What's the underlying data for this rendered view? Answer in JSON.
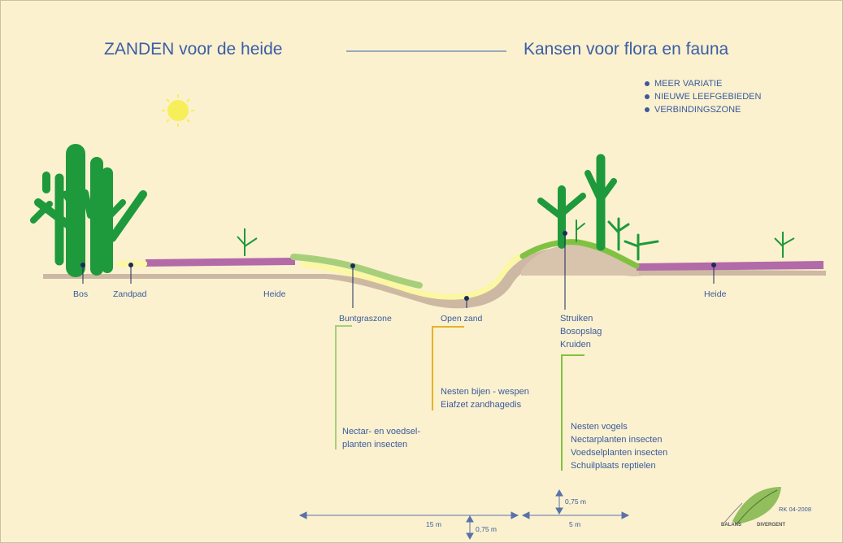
{
  "title_left": "ZANDEN voor de heide",
  "title_right": "Kansen voor flora en fauna",
  "legend": [
    "MEER VARIATIE",
    "NIEUWE LEEFGEBIEDEN",
    "VERBINDINGSZONE"
  ],
  "labels": {
    "bos": "Bos",
    "zandpad": "Zandpad",
    "heide_left": "Heide",
    "heide_right": "Heide",
    "buntgraszone": "Buntgraszone",
    "open_zand": "Open zand",
    "struiken": [
      "Struiken",
      "Bosopslag",
      "Kruiden"
    ]
  },
  "notes": {
    "buntgras": [
      "Nectar- en voedsel-",
      "planten insecten"
    ],
    "zand": [
      "Nesten bijen - wespen",
      "Eiafzet zandhagedis"
    ],
    "struiken": [
      "Nesten vogels",
      "Nectarplanten insecten",
      "Voedselplanten insecten",
      "Schuilplaats reptielen"
    ]
  },
  "dimensions": {
    "width_left": "15 m",
    "depth_left": "0,75 m",
    "height_right": "0,75 m",
    "width_right": "5 m"
  },
  "credit": "RK 04-2008",
  "logo": [
    "BALANS",
    "DIVERGENT"
  ],
  "colors": {
    "background": "#fbf1cf",
    "text": "#3a5a9c",
    "tree": "#1e9a3c",
    "heath": "#b36aa8",
    "ground": "#cdb9a3",
    "sand": "#fbf7a2",
    "grass_light": "#a7cf7a",
    "grass_bright": "#7fc242",
    "sand_line": "#e6b22c",
    "sun": "#f6ef5a"
  }
}
